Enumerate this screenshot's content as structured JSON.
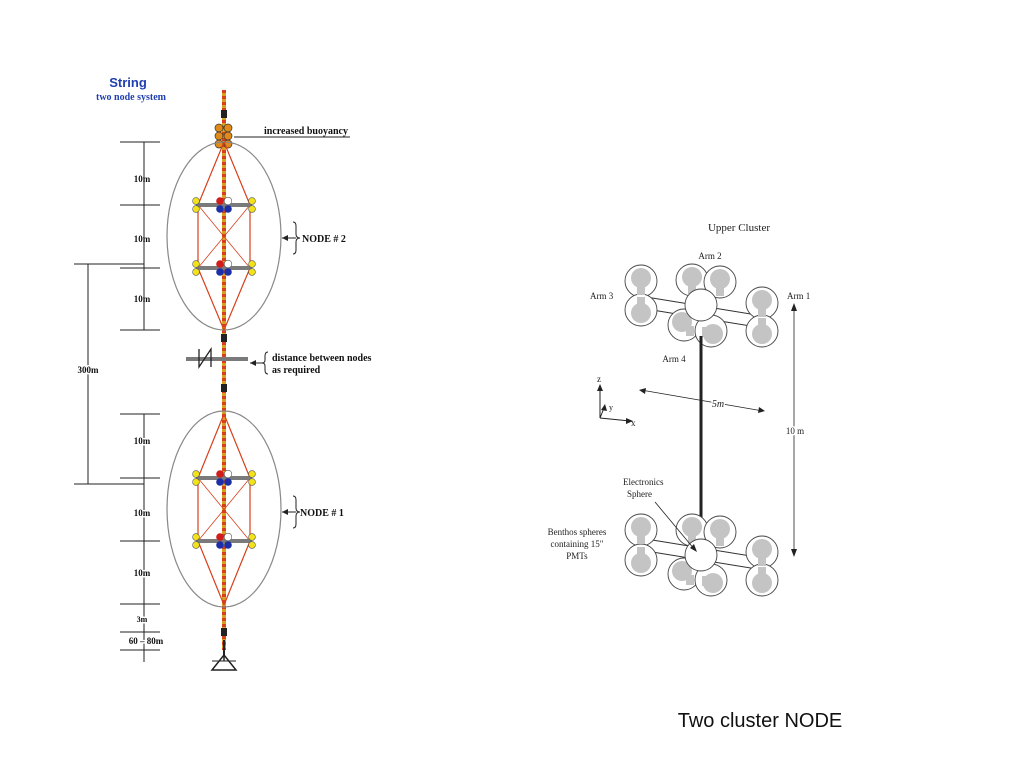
{
  "string_diagram": {
    "title": "String",
    "subtitle": "two node system",
    "label_buoyancy": "increased buoyancy",
    "label_node2": "NODE  # 2",
    "label_node1": "NODE # 1",
    "label_distance_line1": "distance between nodes",
    "label_distance_line2": "as required",
    "dim_node2_a": "10m",
    "dim_node2_b": "10m",
    "dim_node2_c": "10m",
    "dim_total": "300m",
    "dim_node1_a": "10m",
    "dim_node1_b": "10m",
    "dim_node1_c": "10m",
    "dim_3m": "3m",
    "dim_anchor": "60 – 80m",
    "colors": {
      "title": "#1f3fb0",
      "cable_red": "#d8401c",
      "cable_gold": "#d8a020",
      "buoy_orange": "#e08a1a",
      "pmt_yellow": "#f2e21a",
      "pmt_red": "#d21c1c",
      "pmt_blue": "#1c2ea8",
      "frame_gray": "#7a7a7a"
    }
  },
  "cluster_diagram": {
    "title": "Upper Cluster",
    "arm1": "Arm 1",
    "arm2": "Arm 2",
    "arm3": "Arm 3",
    "arm4": "Arm 4",
    "axis_z": "z",
    "axis_y": "y",
    "axis_x": "x",
    "dim_5m": "5m",
    "dim_10m": "10 m",
    "electronics_line1": "Electronics",
    "electronics_line2": "Sphere",
    "benthos_line1": "Benthos spheres",
    "benthos_line2": "containing 15\"",
    "benthos_line3": "PMTs"
  },
  "caption": "Two cluster NODE"
}
